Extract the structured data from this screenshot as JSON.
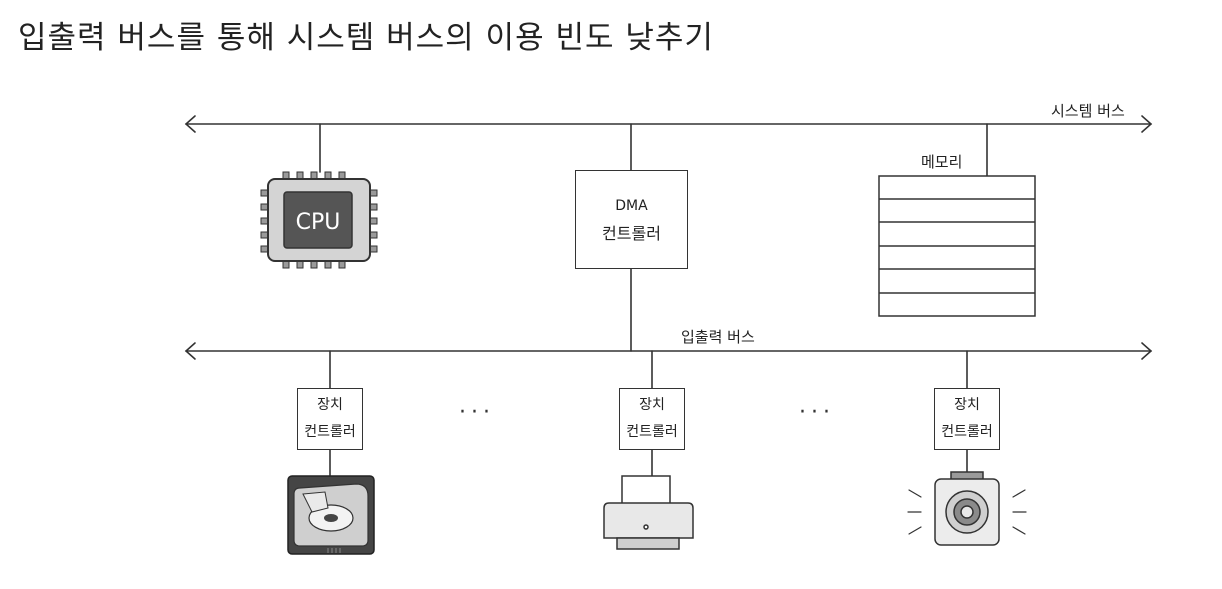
{
  "title": "입출력 버스를 통해 시스템 버스의 이용 빈도 낮추기",
  "system_bus_label": "시스템 버스",
  "io_bus_label": "입출력 버스",
  "cpu_label": "CPU",
  "dma": {
    "line1": "DMA",
    "line2": "컨트롤러"
  },
  "memory_label": "메모리",
  "device_controllers": [
    {
      "line1": "장치",
      "line2": "컨트롤러"
    },
    {
      "line1": "장치",
      "line2": "컨트롤러"
    },
    {
      "line1": "장치",
      "line2": "컨트롤러"
    }
  ],
  "ellipsis": "···",
  "devices": [
    "hard-disk-icon",
    "printer-icon",
    "speaker-icon"
  ],
  "colors": {
    "line": "#333333",
    "cpu_core": "#555555",
    "cpu_body": "#d4d4d4",
    "hdd_body": "#454545"
  }
}
